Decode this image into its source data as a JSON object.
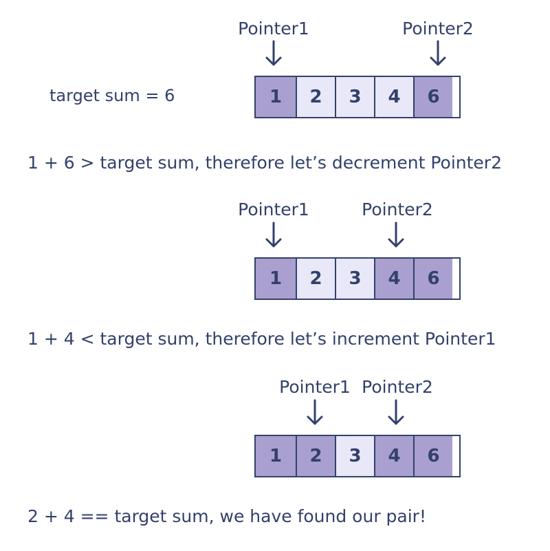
{
  "target_label": "target sum = 6",
  "pointer_labels": {
    "p1": "Pointer1",
    "p2": "Pointer2"
  },
  "array": [
    "1",
    "2",
    "3",
    "4",
    "6"
  ],
  "steps": [
    {
      "highlighted": [
        0,
        4
      ],
      "pointer1_index": 0,
      "pointer2_index": 4,
      "caption": "1 + 6 > target sum, therefore let’s decrement Pointer2"
    },
    {
      "highlighted": [
        0,
        3
      ],
      "pointer1_index": 0,
      "pointer2_index": 3,
      "caption": "1 + 4 < target sum, therefore let’s increment Pointer1"
    },
    {
      "highlighted": [
        0,
        1,
        3,
        4
      ],
      "pointer1_index": 1,
      "pointer2_index": 3,
      "caption": "2 + 4 == target sum, we have found our pair!"
    }
  ],
  "colors": {
    "text": "#33416b",
    "highlight": "#a9a0cf",
    "normal": "#e9e8f8"
  }
}
